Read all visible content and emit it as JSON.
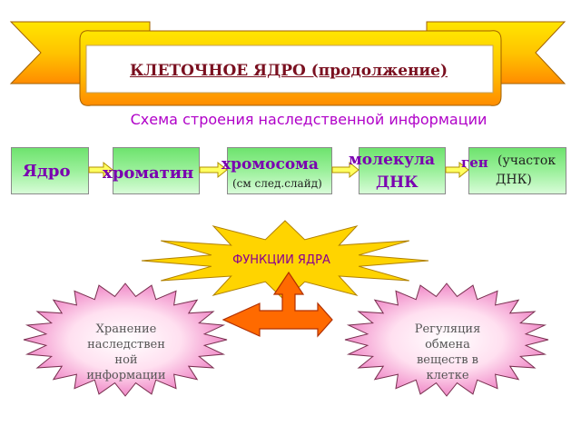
{
  "title": "КЛЕТОЧНОЕ ЯДРО (продолжение)",
  "subtitle": "Схема строения наследственной информации",
  "chain": {
    "nucleus": "Ядро",
    "chromatin": "хроматин",
    "chromosome": "хромосома",
    "chromosome_note": "(см след.слайд)",
    "molecule_line1": "молекула",
    "molecule_line2": "ДНК",
    "gene": "ген",
    "gene_note_line1": "(участок",
    "gene_note_line2": "ДНК)"
  },
  "functions": {
    "title": "ФУНКЦИИ ЯДРА",
    "left_lines": [
      "Хранение",
      "наследствен",
      "ной",
      "информации"
    ],
    "right_lines": [
      "Регуляция",
      "обмена",
      "веществ в",
      "клетке"
    ]
  },
  "colors": {
    "banner": "#ffd000",
    "box_green": "#7de87d",
    "text_purple": "#7a00b0",
    "title_red": "#7a1020",
    "arrow_orange": "#ff6a00",
    "star_yellow": "#ffd400",
    "star_pink": "#f0a0d0"
  }
}
